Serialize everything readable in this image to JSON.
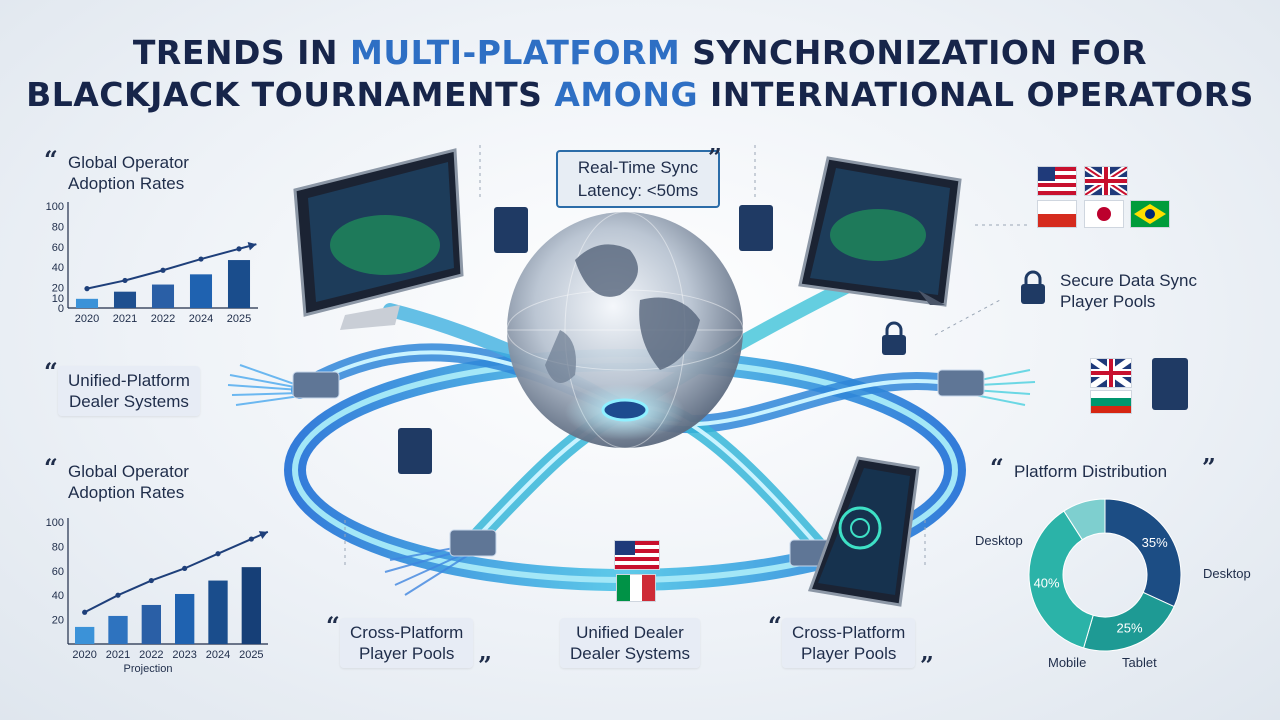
{
  "title": {
    "part1": "Trends in ",
    "highlight1": "Multi-Platform",
    "part2": " Synchronization for",
    "line2a": "Blackjack Tournaments ",
    "highlight2": "Among",
    "line2b": " International Operators"
  },
  "labels": {
    "adoption_top": [
      "Global Operator",
      "Adoption Rates"
    ],
    "adoption_bottom": [
      "Global Operator",
      "Adoption Rates"
    ],
    "sync_box": [
      "Real-Time Sync",
      "Latency: <50ms"
    ],
    "secure": [
      "Secure Data Sync",
      "Player Pools"
    ],
    "unified_left": [
      "Unified-Platform",
      "Dealer Systems"
    ],
    "platform_dist": "Platform Distribution",
    "cross_left": [
      "Cross-Platform",
      "Player Pools"
    ],
    "unified_center": [
      "Unified Dealer",
      "Dealer Systems"
    ],
    "cross_right": [
      "Cross-Platform",
      "Player Pools"
    ]
  },
  "chart_data": [
    {
      "type": "bar",
      "categories": [
        "2020",
        "2021",
        "2022",
        "2024",
        "2025"
      ],
      "values": [
        9,
        16,
        23,
        33,
        47
      ],
      "trend": [
        19,
        27,
        37,
        48,
        58
      ],
      "ylim": [
        0,
        100
      ],
      "yticks": [
        0,
        10,
        20,
        40,
        60,
        80,
        100
      ],
      "colors": [
        "#3b92d8",
        "#1e4f8f",
        "#2a5fa6",
        "#1f62b0",
        "#1a4d8c"
      ]
    },
    {
      "type": "bar",
      "categories": [
        "2020",
        "2021",
        "2022",
        "2023",
        "2024",
        "2025"
      ],
      "values": [
        14,
        23,
        32,
        41,
        52,
        63
      ],
      "trend": [
        26,
        40,
        52,
        62,
        74,
        86
      ],
      "ylim": [
        0,
        100
      ],
      "yticks": [
        20,
        40,
        60,
        80,
        100
      ],
      "xlabel": "Projection",
      "colors": [
        "#3b92d8",
        "#2e73bf",
        "#2a5fa6",
        "#1f62b0",
        "#1a4d8c",
        "#163f77"
      ]
    },
    {
      "type": "pie",
      "title": "Platform Distribution",
      "slices": [
        {
          "label": "Desktop",
          "value": 35,
          "display": "35%",
          "color": "#1c4d84"
        },
        {
          "label": "Tablet",
          "value": 25,
          "display": "25%",
          "color": "#1e9a94"
        },
        {
          "label": "Desktop",
          "value": 40,
          "display": "40%",
          "color": "#2bb3a8"
        },
        {
          "label": "",
          "value": 10,
          "display": "",
          "color": "#7ecfcf"
        }
      ],
      "outer_labels": {
        "left": "Desktop",
        "right": "Desktop",
        "bottom_left": "Mobile",
        "bottom_right": "Tablet"
      }
    }
  ],
  "colors": {
    "accent": "#2e6fc4",
    "navy": "#17254a",
    "teal": "#2bb3a8",
    "cable": "#3fa8e0"
  },
  "icons": {
    "server": "server-icon",
    "lock": "lock-icon",
    "globe": "globe-icon",
    "quote": "quote-icon"
  }
}
